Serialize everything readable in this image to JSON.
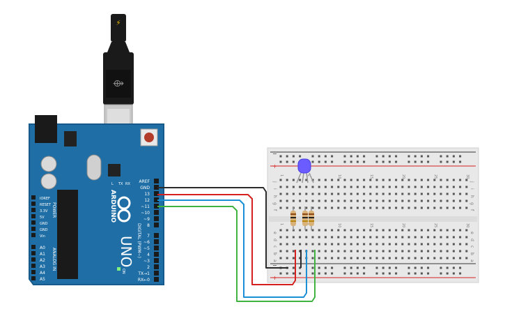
{
  "arduino": {
    "brand": "ARDUINO",
    "model": "UNO",
    "power_header": "POWER",
    "analog_header": "ANALOG IN",
    "digital_header": "DIGITAL (PWM~)",
    "left_pins": [
      "IOREF",
      "RESET",
      "3.3V",
      "5V",
      "GND",
      "GND",
      "Vin"
    ],
    "analog_pins": [
      "A0",
      "A1",
      "A2",
      "A3",
      "A4",
      "A5"
    ],
    "top_pins": [
      "AREF",
      "GND",
      "13",
      "12",
      "~11",
      "~10",
      "~9",
      "8"
    ],
    "bottom_pins": [
      "7",
      "~6",
      "~5",
      "4",
      "~3",
      "2",
      "TX→1",
      "RX←0"
    ],
    "led_labels": [
      "L",
      "TX",
      "RX"
    ],
    "on_label": "ON"
  },
  "breadboard": {
    "row_letters_top": [
      "j",
      "i",
      "h",
      "g",
      "f"
    ],
    "row_letters_bottom": [
      "e",
      "d",
      "c",
      "b",
      "a"
    ],
    "column_numbers": [
      "1",
      "5",
      "10",
      "15",
      "20",
      "25",
      "30"
    ],
    "rail_minus": "−",
    "rail_plus": "+"
  },
  "wire_colors": {
    "black": "#2b2b2b",
    "red": "#d62020",
    "blue": "#1a8fd6",
    "green": "#3fb340"
  },
  "colors": {
    "board": "#1f6fa6",
    "board_edge": "#155a8a",
    "breadboard": "#e8e8e8",
    "led": "#6a5cff"
  }
}
